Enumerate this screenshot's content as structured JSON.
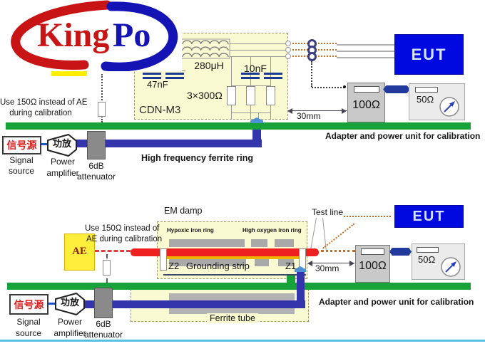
{
  "logo": {
    "part1": "King",
    "part2": "Po"
  },
  "colors": {
    "brand_red": "#c81414",
    "brand_blue": "#1414b4",
    "ground_green": "#17a23a",
    "cable_blue": "#3434ad",
    "test_line_red": "#ee2020",
    "eut_blue": "#0009e0",
    "ae_yellow": "#ffee3c",
    "cdn_fill": "#fafad2",
    "dotted_orange": "#cc6a1e"
  },
  "chain": {
    "source_cn": "信号源",
    "source1": "Signal",
    "source2": "source",
    "amp_cn": "功放",
    "amp1": "Power",
    "amp2": "amplifier",
    "att1": "6dB",
    "att2": "attenuator"
  },
  "top": {
    "note1": "Use 150Ω instead of AE",
    "note2": "during calibration",
    "inductor": "280μH",
    "cap_left": "47nF",
    "cap_right": "10nF",
    "resistor_bank": "3×300Ω",
    "cdn": "CDN-M3",
    "distance": "30mm",
    "eut": "EUT",
    "adapter": "100Ω",
    "power_unit": "50Ω",
    "caption": "Adapter and power unit for calibration",
    "ferrite": "High frequency ferrite ring"
  },
  "bottom": {
    "clamp": "EM damp",
    "test_line": "Test line",
    "note1": "Use 150Ω instead of",
    "note2": "AE during calibration",
    "ae": "AE",
    "ring_left": "Hypoxic iron ring",
    "ring_right": "High oxygen iron ring",
    "z2": "Z2",
    "grounding": "Grounding strip",
    "z1": "Z1",
    "distance": "30mm",
    "eut": "EUT",
    "adapter": "100Ω",
    "power_unit": "50Ω",
    "caption": "Adapter and power unit for calibration",
    "ferrite_tube": "Ferrite tube"
  }
}
